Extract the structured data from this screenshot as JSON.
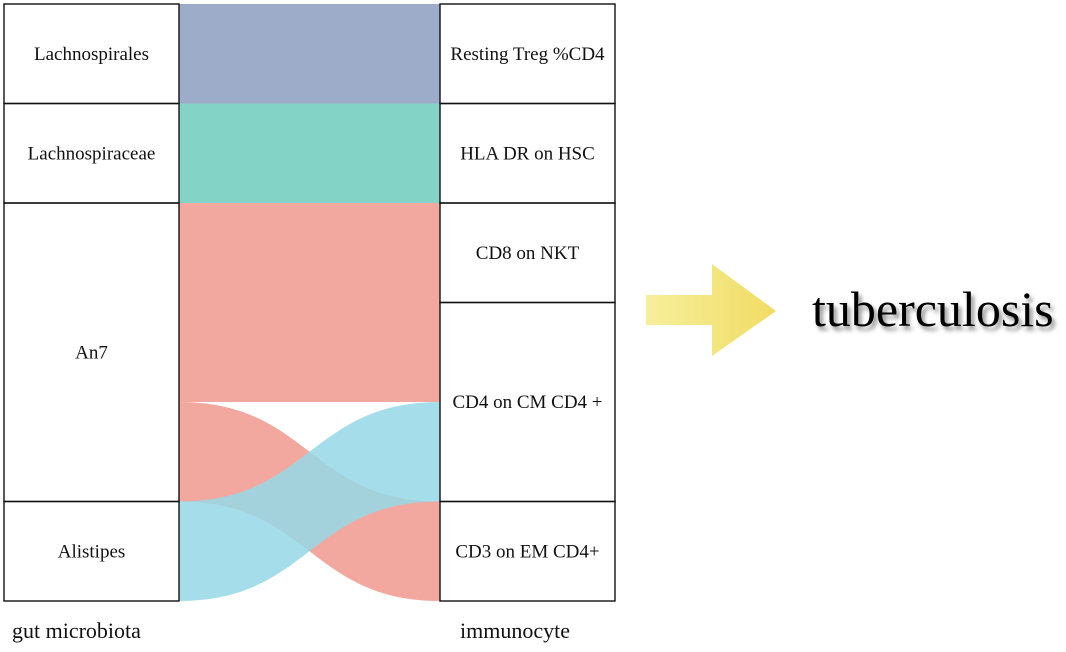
{
  "diagram": {
    "left_nodes": [
      {
        "id": "lachnospirales",
        "label": "Lachnospirales",
        "weight": 1
      },
      {
        "id": "lachnospiraceae",
        "label": "Lachnospiraceae",
        "weight": 1
      },
      {
        "id": "an7",
        "label": "An7",
        "weight": 3
      },
      {
        "id": "alistipes",
        "label": "Alistipes",
        "weight": 1
      }
    ],
    "right_nodes": [
      {
        "id": "resting-treg",
        "label": "Resting Treg %CD4",
        "weight": 1
      },
      {
        "id": "hla-dr",
        "label": "HLA DR on HSC",
        "weight": 1
      },
      {
        "id": "cd8-nkt",
        "label": "CD8 on NKT",
        "weight": 1
      },
      {
        "id": "cd4-cm",
        "label": "CD4 on CM CD4 +",
        "weight": 2
      },
      {
        "id": "cd3-em",
        "label": "CD3 on EM CD4+",
        "weight": 1
      }
    ],
    "links": [
      {
        "source": "lachnospirales",
        "target": "resting-treg",
        "value": 1,
        "color": "#8c9dbf"
      },
      {
        "source": "lachnospiraceae",
        "target": "hla-dr",
        "value": 1,
        "color": "#6ecbbd"
      },
      {
        "source": "an7",
        "target": "cd8-nkt",
        "value": 1,
        "color": "#f0998e"
      },
      {
        "source": "an7",
        "target": "cd4-cm",
        "value": 1,
        "color": "#f0998e"
      },
      {
        "source": "an7",
        "target": "cd3-em",
        "value": 1,
        "color": "#f0998e"
      },
      {
        "source": "alistipes",
        "target": "cd4-cm",
        "value": 1,
        "color": "#95d8e6"
      }
    ],
    "left_axis_label": "gut microbiota",
    "right_axis_label": "immunocyte",
    "outcome_label": "tuberculosis",
    "arrow_color": "#f2e37a"
  }
}
